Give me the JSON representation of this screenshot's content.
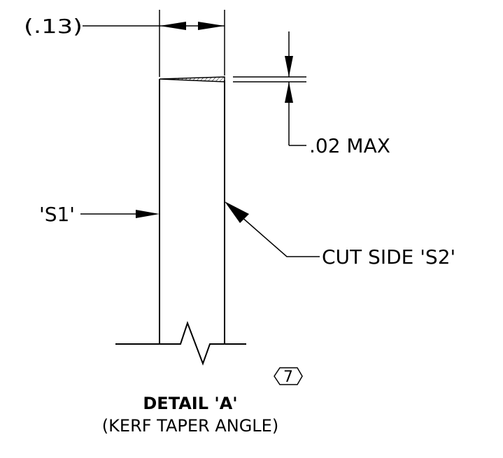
{
  "detail": {
    "dimension_width": "(.13)",
    "dimension_max": ".02 MAX",
    "label_s1": "'S1'",
    "label_cut_side": "CUT SIDE 'S2'",
    "note_flag": "7",
    "title": "DETAIL 'A'",
    "subtitle": "(KERF TAPER ANGLE)"
  },
  "colors": {
    "line": "#000000",
    "background": "#ffffff"
  }
}
